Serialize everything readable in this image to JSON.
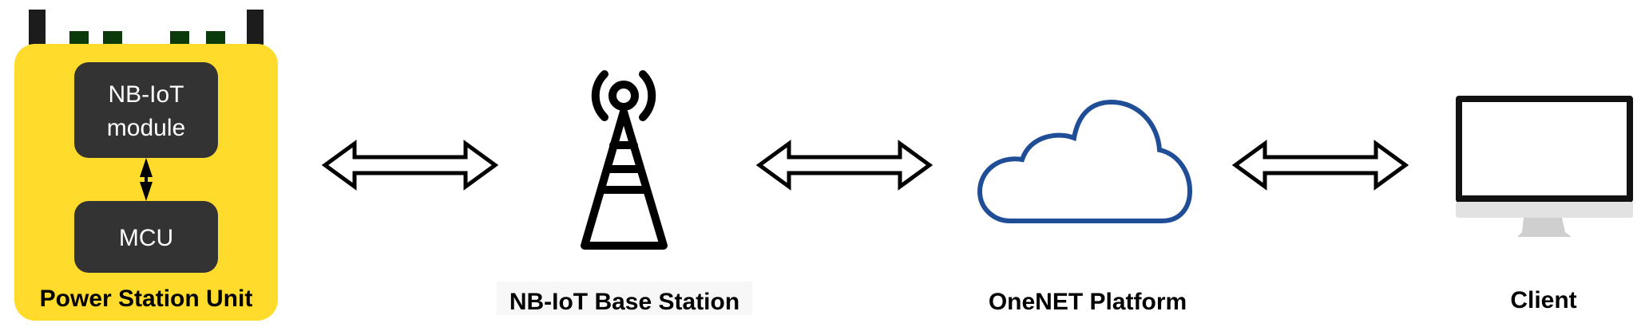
{
  "nodes": {
    "power_unit": {
      "label": "Power Station Unit",
      "module_line1": "NB-IoT",
      "module_line2": "module",
      "mcu": "MCU"
    },
    "base_station": {
      "label": "NB-IoT Base Station",
      "icon": "cell-tower-icon"
    },
    "platform": {
      "label": "OneNET Platform",
      "icon": "cloud-icon"
    },
    "client": {
      "label": "Client",
      "icon": "monitor-icon"
    }
  },
  "colors": {
    "unit_fill": "#FFDB2B",
    "block_fill": "#333333",
    "pad_green": "#0B3A0B",
    "antenna": "#1C1C1C",
    "cloud_stroke": "#1F4E96"
  },
  "connections": [
    {
      "from": "NB-IoT module",
      "to": "MCU",
      "type": "bidirectional"
    },
    {
      "from": "Power Station Unit",
      "to": "NB-IoT Base Station",
      "type": "bidirectional"
    },
    {
      "from": "NB-IoT Base Station",
      "to": "OneNET Platform",
      "type": "bidirectional"
    },
    {
      "from": "OneNET Platform",
      "to": "Client",
      "type": "bidirectional"
    }
  ]
}
